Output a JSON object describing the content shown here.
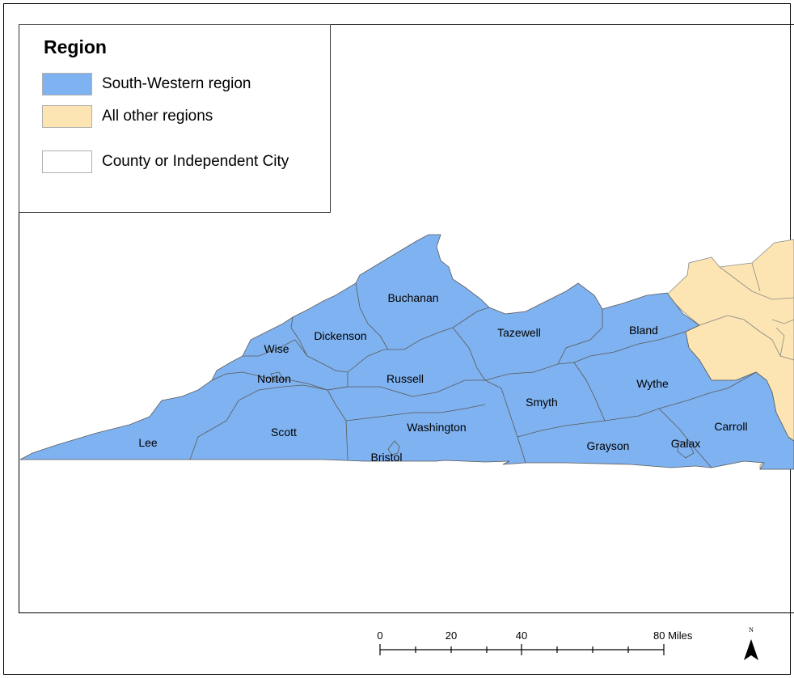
{
  "legend": {
    "title": "Region",
    "items": [
      {
        "label": "South-Western region",
        "color": "#7fb2f0"
      },
      {
        "label": "All other regions",
        "color": "#fde5b3"
      },
      {
        "label": "County or Independent City",
        "color": "#ffffff"
      }
    ]
  },
  "counties": {
    "lee": "Lee",
    "scott": "Scott",
    "wise": "Wise",
    "norton": "Norton",
    "dickenson": "Dickenson",
    "buchanan": "Buchanan",
    "russell": "Russell",
    "washington": "Washington",
    "bristol": "Bristol",
    "tazewell": "Tazewell",
    "smyth": "Smyth",
    "bland": "Bland",
    "wythe": "Wythe",
    "grayson": "Grayson",
    "galax": "Galax",
    "carroll": "Carroll"
  },
  "scale_bar": {
    "labels": [
      "0",
      "20",
      "40",
      "80 Miles"
    ]
  },
  "north_arrow": {
    "label": "N"
  },
  "colors": {
    "region_fill": "#7fb2f0",
    "other_fill": "#fde5b3",
    "border": "#5a5a5a"
  }
}
